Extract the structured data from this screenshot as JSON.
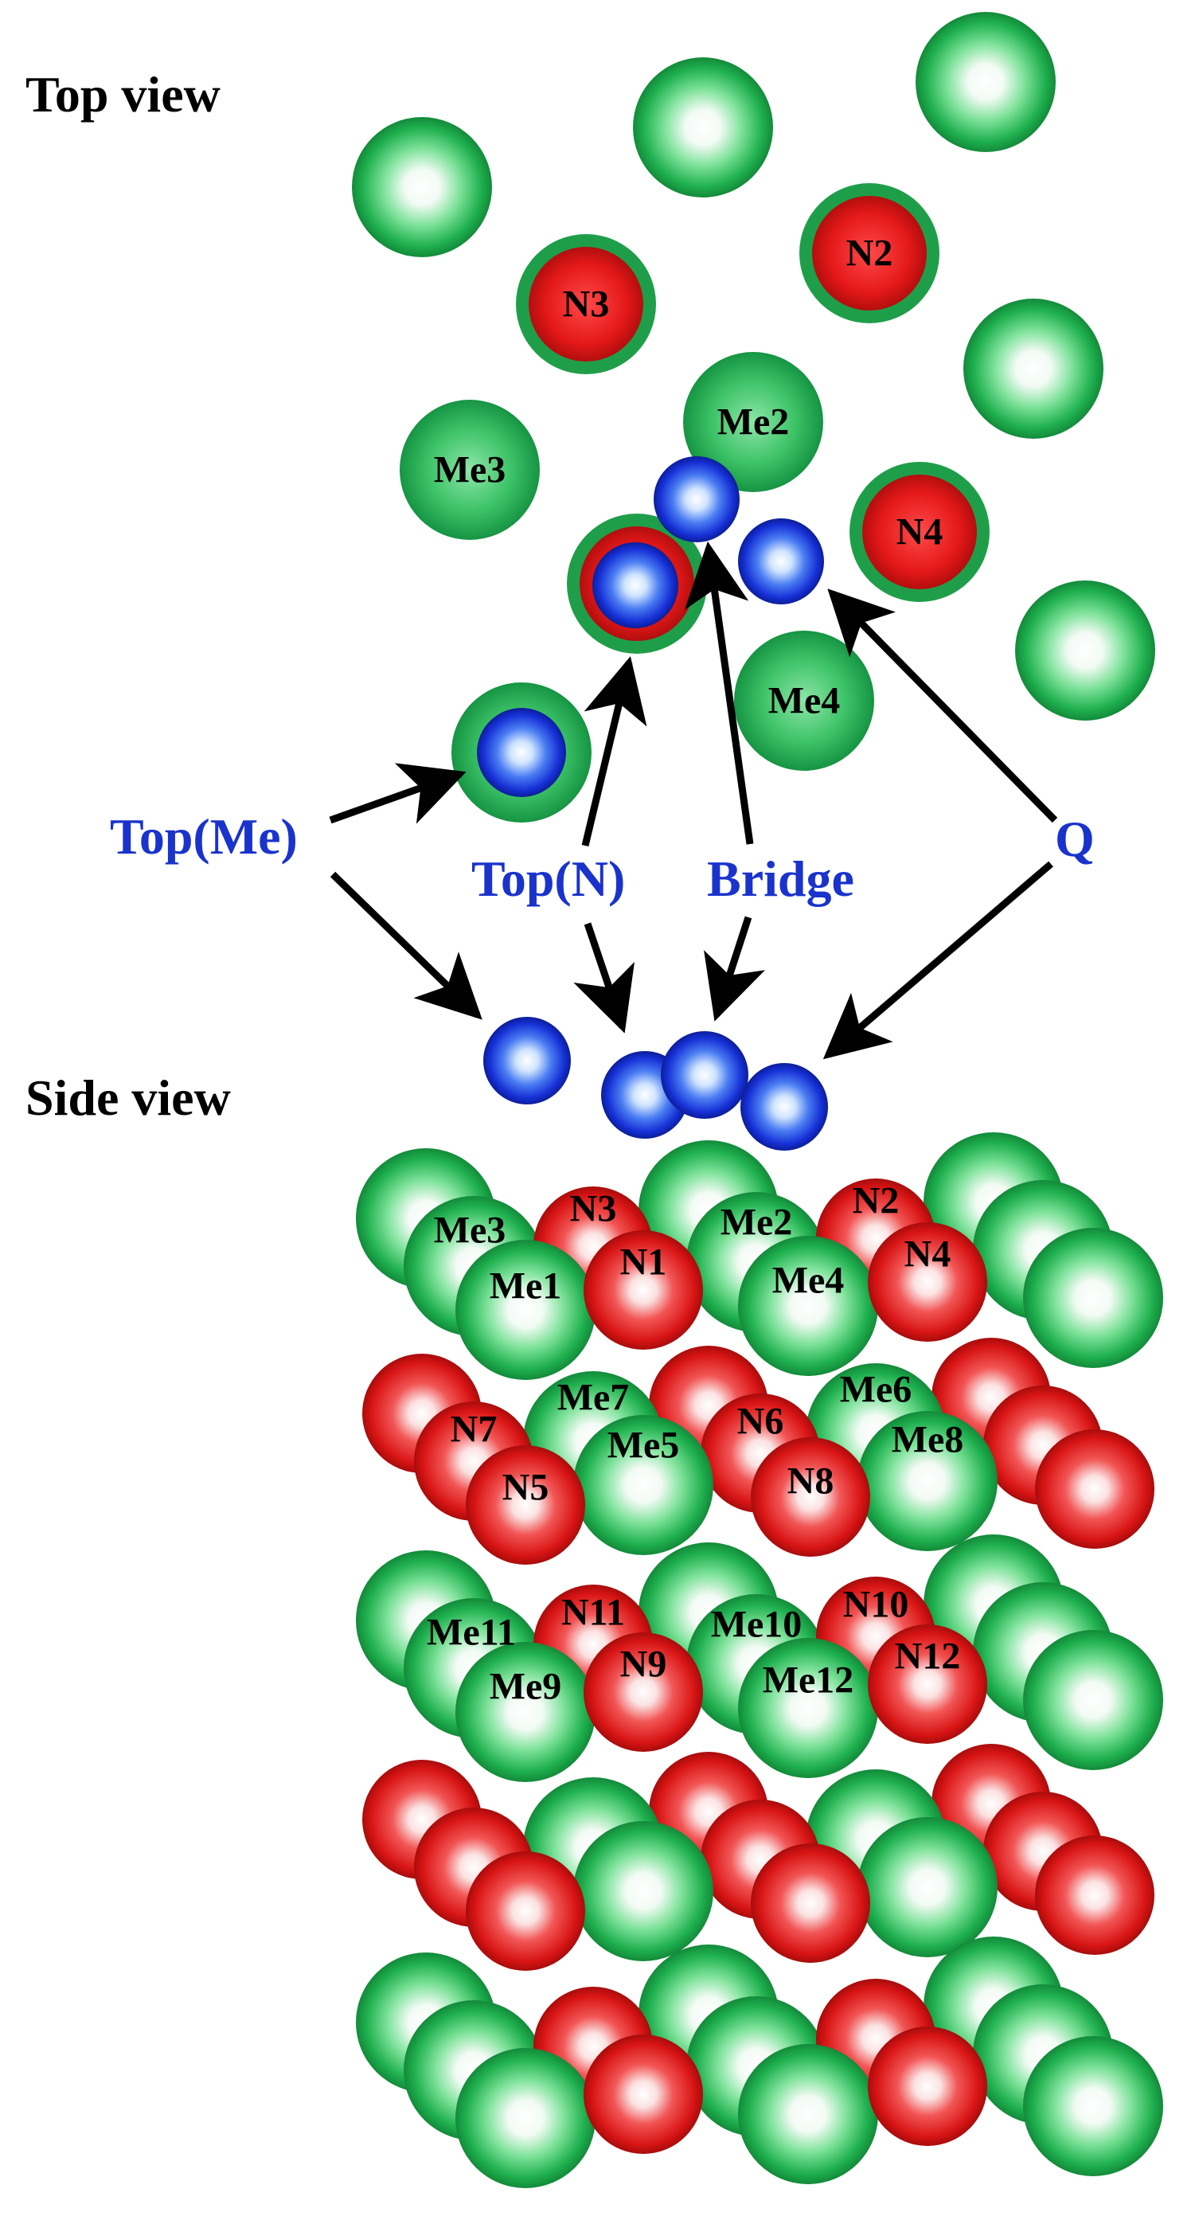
{
  "headings": {
    "top_view": "Top view",
    "side_view": "Side view"
  },
  "site_labels": {
    "top_me": "Top(Me)",
    "top_n": "Top(N)",
    "bridge": "Bridge",
    "q": "Q"
  },
  "atom_labels": {
    "me1": "Me1",
    "me2": "Me2",
    "me3": "Me3",
    "me4": "Me4",
    "me5": "Me5",
    "me6": "Me6",
    "me7": "Me7",
    "me8": "Me8",
    "me9": "Me9",
    "me10": "Me10",
    "me11": "Me11",
    "me12": "Me12",
    "n1": "N1",
    "n2": "N2",
    "n3": "N3",
    "n4": "N4",
    "n5": "N5",
    "n6": "N6",
    "n7": "N7",
    "n8": "N8",
    "n9": "N9",
    "n10": "N10",
    "n11": "N11",
    "n12": "N12"
  },
  "legend_colors": {
    "metal": "#19a84a",
    "nitrogen": "#d81414",
    "adsorbate": "#1630d6",
    "arrow": "#000000",
    "site_label": "#1a33cc"
  }
}
